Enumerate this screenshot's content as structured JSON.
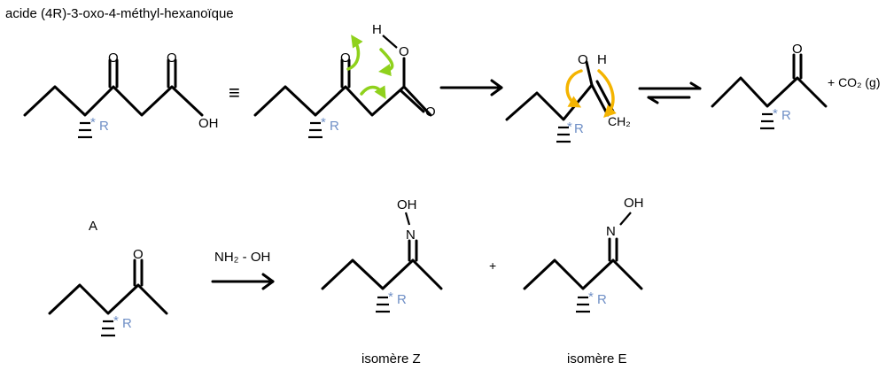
{
  "title": "acide (4R)-3-oxo-4-méthyl-hexanoïque",
  "equivalent_symbol": "≡",
  "labels": {
    "A": "A",
    "reagent": "NH₂ - OH",
    "plus": "+",
    "isomer_z": "isomère Z",
    "isomer_e": "isomère E",
    "co2": "+ CO₂ (g)"
  },
  "atoms": {
    "O": "O",
    "OH": "OH",
    "H": "H",
    "N": "N",
    "CH2": "CH₂",
    "R": "R",
    "star": "*"
  },
  "colors": {
    "stereo_label": "#6f8fc6",
    "green_arrows": "#8fd11c",
    "orange_arrows": "#f4b400"
  }
}
